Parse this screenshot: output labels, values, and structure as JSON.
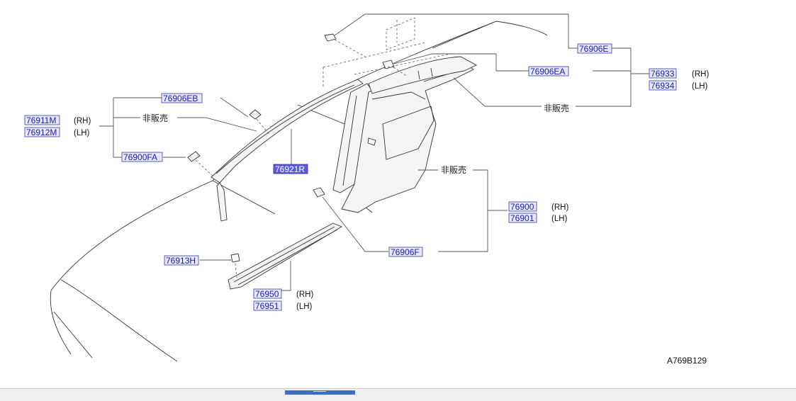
{
  "diagram_id": "A769B129",
  "non_sale_label": "非販売",
  "parts": {
    "p76906E": "76906E",
    "p76906EA": "76906EA",
    "p76933": "76933",
    "p76934": "76934",
    "p76906EB": "76906EB",
    "p76911M": "76911M",
    "p76912M": "76912M",
    "p76900FA": "76900FA",
    "p76921R": "76921R",
    "p76900": "76900",
    "p76901": "76901",
    "p76906F": "76906F",
    "p76913H": "76913H",
    "p76950": "76950",
    "p76951": "76951"
  },
  "sides": {
    "rh": "(RH)",
    "lh": "(LH)"
  },
  "selected_part": "76921R",
  "colors": {
    "link_text": "#1a1aa6",
    "link_bg": "#e6e8ff",
    "selected_bg": "#5a5ae8",
    "scroll_thumb": "#3b6fc0"
  }
}
